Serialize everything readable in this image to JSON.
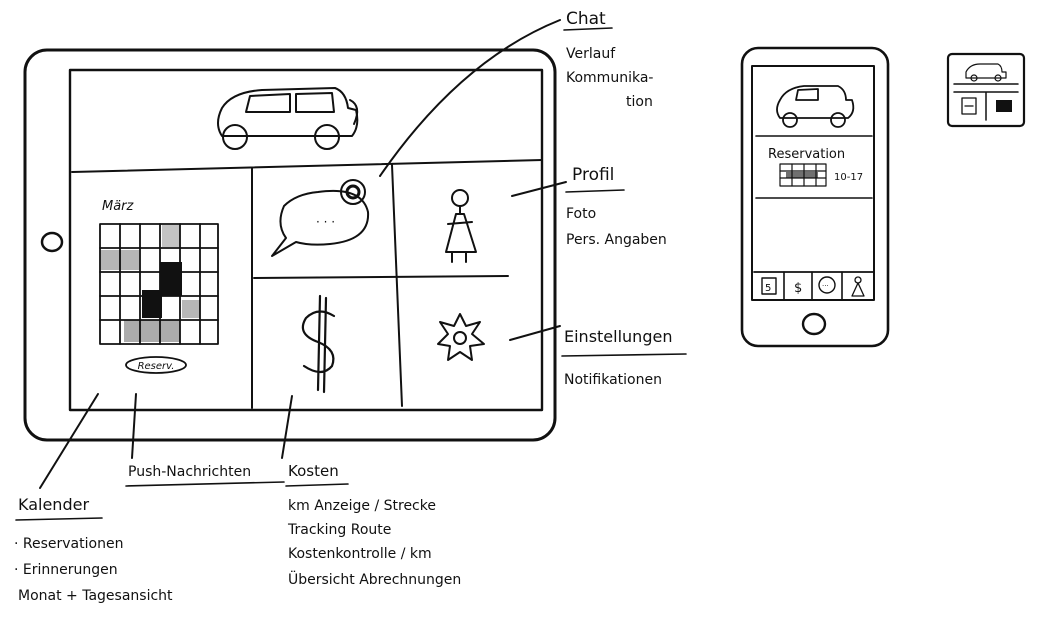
{
  "tablet": {
    "calendar_month": "März",
    "reserve_button": "Reserv."
  },
  "annotations": {
    "chat": {
      "title": "Chat",
      "lines": [
        "Verlauf",
        "Kommunika-",
        "tion"
      ]
    },
    "profil": {
      "title": "Profil",
      "lines": [
        "Foto",
        "Pers. Angaben"
      ]
    },
    "einstellungen": {
      "title": "Einstellungen",
      "lines": [
        "Notifikationen"
      ]
    },
    "kalender": {
      "title": "Kalender",
      "lines": [
        "· Reservationen",
        "· Erinnerungen",
        "Monat + Tagesansicht"
      ]
    },
    "push": {
      "title": "Push-Nachrichten"
    },
    "kosten": {
      "title": "Kosten",
      "lines": [
        "km Anzeige / Strecke",
        "Tracking Route",
        "Kostenkontrolle / km",
        "Übersicht Abrechnungen"
      ]
    }
  },
  "phone": {
    "reservation_label": "Reservation",
    "reservation_time": "10-17",
    "tabbar_icon_1": "5"
  }
}
